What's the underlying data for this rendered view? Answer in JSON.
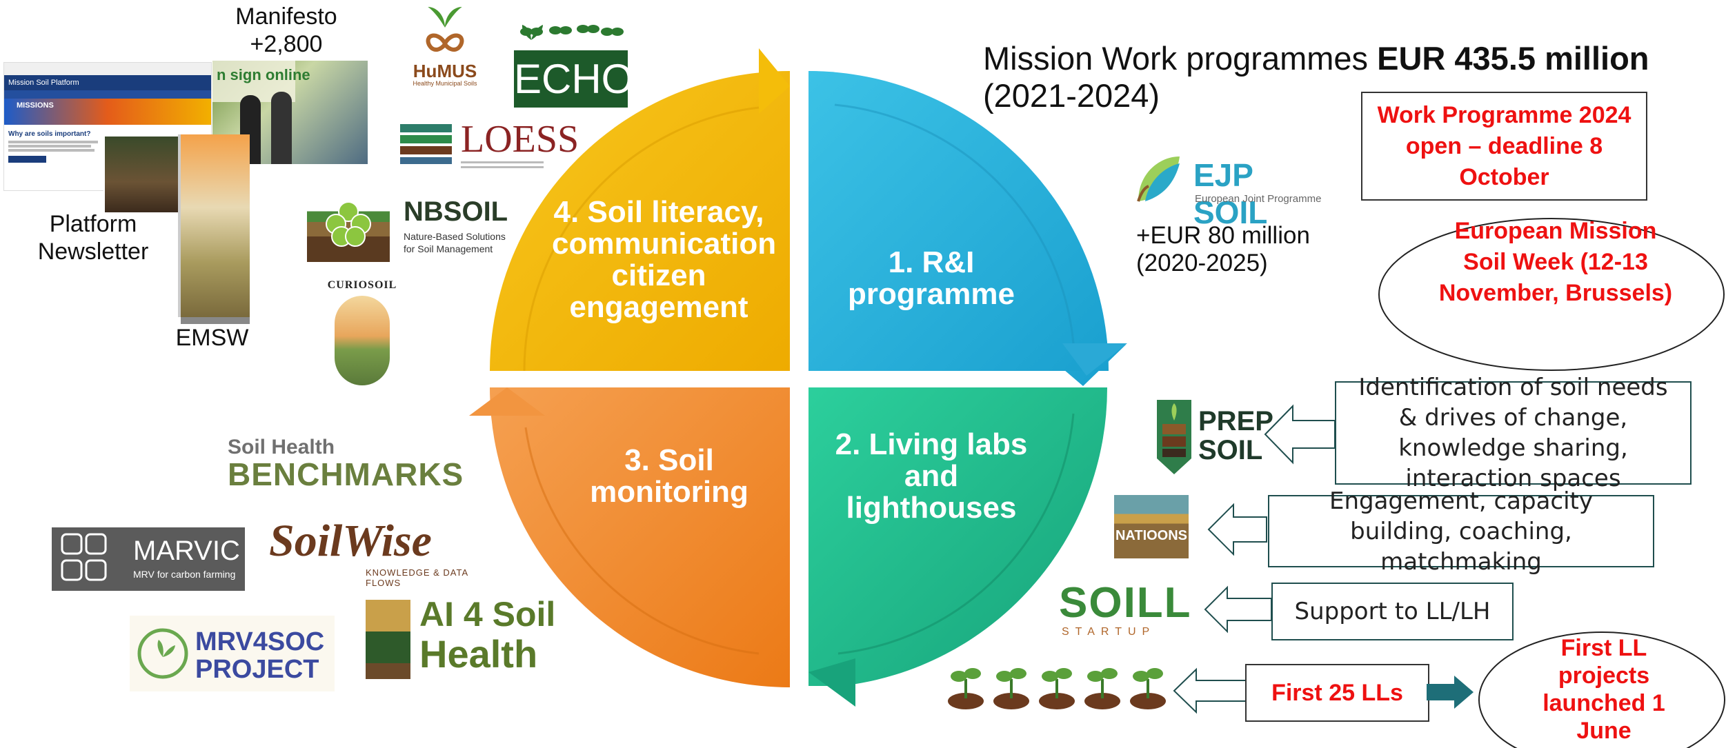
{
  "title": {
    "line1_prefix": "Mission Work programmes",
    "line1_bold": "EUR 435.5 million",
    "line2": "(2021-2024)"
  },
  "quadrants": {
    "q1": "1. R&I programme",
    "q2": "2. Living labs and lighthouses",
    "q3": "3. Soil monitoring",
    "q4": "4. Soil literacy, communication citizen engagement"
  },
  "left": {
    "manifesto": "Manifesto",
    "manifesto_count": "+2,800",
    "platform": "Platform",
    "newsletter": "Newsletter",
    "emsw": "EMSW",
    "platform_title": "Mission Soil Platform",
    "platform_question": "Why are soils important?",
    "missions_label": "MISSIONS",
    "sign_online": "n sign online"
  },
  "logos": {
    "humus": "HuMUS",
    "humus_sub": "Healthy Municipal Soils",
    "echo": "ECHO",
    "loess": "LOESS",
    "nbsoil": "NBSOIL",
    "nbsoil_sub1": "Nature-Based Solutions",
    "nbsoil_sub2": "for Soil Management",
    "curiosoil": "CURIOSOIL",
    "benchmarks_top": "Soil Health",
    "benchmarks": "BENCHMARKS",
    "marvic": "MARVIC",
    "marvic_sub": "MRV for carbon farming",
    "soilwise": "SoilWise",
    "soilwise_sub": "KNOWLEDGE & DATA FLOWS",
    "mrv4soc_1": "MRV4SOC",
    "mrv4soc_2": "PROJECT",
    "ai4soil_1": "AI 4 Soil",
    "ai4soil_2": "Health",
    "ejp": "EJP SOIL",
    "ejp_sub": "European Joint Programme",
    "prep1": "PREP",
    "prep2": "SOIL",
    "natioons": "NATIOONS",
    "soill": "SOILL",
    "soill_sub": "STARTUP"
  },
  "right": {
    "ejp_funding": "+EUR 80 million",
    "ejp_years": "(2020-2025)",
    "wp2024": "Work Programme 2024 open – deadline 8 October",
    "emsw_event": "European Mission Soil Week (12-13 November, Brussels)",
    "box_prep": "Identification of soil needs & drives of change, knowledge sharing, interaction spaces",
    "box_natioons": "Engagement, capacity building, coaching, matchmaking",
    "box_soill": "Support to LL/LH",
    "first25": "First 25 LLs",
    "first_ll": "First LL projects launched 1 June"
  },
  "colors": {
    "q1": "#2fb6dc",
    "q2": "#1fbf8f",
    "q3": "#f08a2a",
    "q4": "#f2b705",
    "red": "#ee1111",
    "teal": "#1e6e78"
  }
}
